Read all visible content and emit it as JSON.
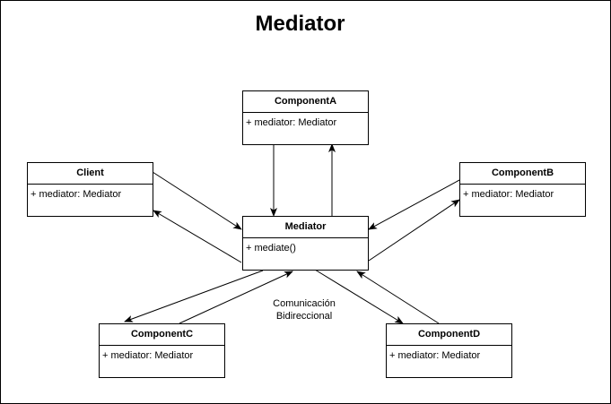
{
  "diagram": {
    "title": "Mediator",
    "classes": {
      "componentA": {
        "name": "ComponentA",
        "attribute": "+ mediator: Mediator"
      },
      "client": {
        "name": "Client",
        "attribute": "+ mediator: Mediator"
      },
      "componentB": {
        "name": "ComponentB",
        "attribute": "+ mediator: Mediator"
      },
      "mediator": {
        "name": "Mediator",
        "attribute": "+ mediate()"
      },
      "componentC": {
        "name": "ComponentC",
        "attribute": "+ mediator: Mediator"
      },
      "componentD": {
        "name": "ComponentD",
        "attribute": "+ mediator: Mediator"
      }
    },
    "note_line1": "Comunicación",
    "note_line2": "Bidireccional"
  }
}
